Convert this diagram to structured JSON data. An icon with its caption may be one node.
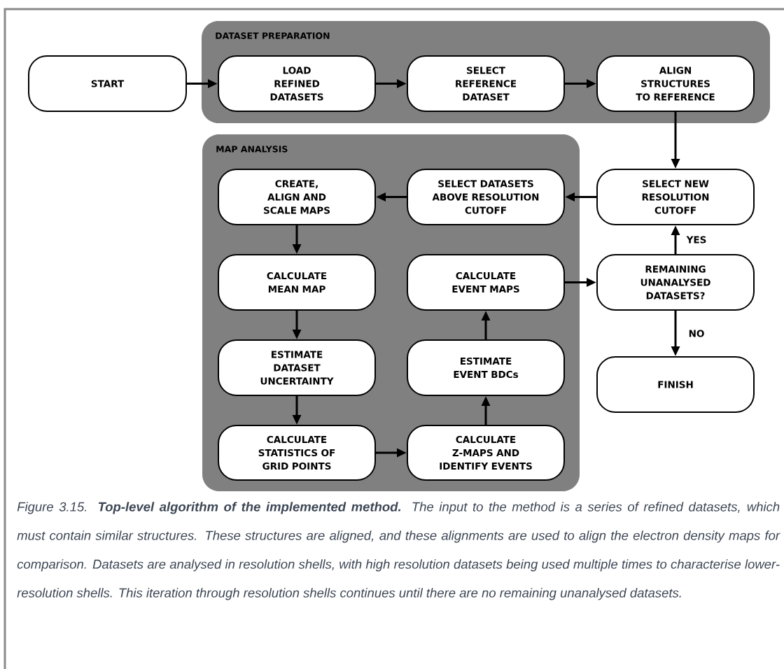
{
  "diagram": {
    "caption": "Figure 3.15. **Top-level algorithm of the implemented method.** The input to the method is a series of refined datasets, which must contain similar structures. These structures are aligned, and these alignments are used to align the electron density maps for comparison. Datasets are analysed in resolution shells, with high resolution datasets being used multiple times to characterise lower-resolution shells. This iteration through resolution shells continues until there are no remaining unanalysed datasets.",
    "nodes": [
      {
        "text": [
          "DATASET PREPARATION"
        ]
      },
      {
        "text": [
          "START"
        ]
      },
      {
        "text": [
          "LOAD REFINED DATASETS"
        ],
        "in": 0
      },
      {
        "text": [
          "SELECT REFERENCE DATASET"
        ],
        "in": 0
      },
      {
        "text": [
          "ALIGN STRUCTURES TO REFERENCE"
        ],
        "in": 0
      },
      {
        "text": [
          "MAP ANALYSIS"
        ]
      },
      {
        "text": [
          "CREATE, ALIGN AND SCALE MAPS"
        ],
        "in": 5
      },
      {
        "text": [
          "SELECT DATASETS ABOVE RESOLUTION CUTOFF"
        ],
        "in": 5
      },
      {
        "text": [
          "SELECT NEW RESOLUTION CUTOFF"
        ]
      },
      {
        "text": [
          "CALCULATE MEAN MAP"
        ],
        "in": 5
      },
      {
        "text": [
          "CALCULATE EVENT MAPS"
        ],
        "in": 5
      },
      {
        "text": [
          "REMAINING UNANALYSED DATASETS?"
        ]
      },
      {
        "text": [
          "ESTIMATE DATASET UNCERTAINTY"
        ],
        "in": 5
      },
      {
        "text": [
          "ESTIMATE EVENT BDCs"
        ],
        "in": 5
      },
      {
        "text": [
          "FINISH"
        ]
      },
      {
        "text": [
          "CALCULATE STATISTICS OF GRID POINTS"
        ],
        "in": 5
      },
      {
        "text": [
          "CALCULATE Z-MAPS AND IDENTIFY EVENTS"
        ],
        "in": 5
      }
    ],
    "edges": [
      {
        "from": 1,
        "to": 2,
        "arrow": "to"
      },
      {
        "from": 2,
        "to": 3,
        "arrow": "to"
      },
      {
        "from": 3,
        "to": 4,
        "arrow": "to"
      },
      {
        "from": 4,
        "to": 8,
        "arrow": "to"
      },
      {
        "from": 8,
        "to": 7,
        "arrow": "to"
      },
      {
        "from": 7,
        "to": 6,
        "arrow": "to"
      },
      {
        "from": 6,
        "to": 9,
        "arrow": "to"
      },
      {
        "from": 9,
        "to": 12,
        "arrow": "to"
      },
      {
        "from": 12,
        "to": 15,
        "arrow": "to"
      },
      {
        "from": 15,
        "to": 16,
        "arrow": "to"
      },
      {
        "from": 16,
        "to": 13,
        "arrow": "to"
      },
      {
        "from": 13,
        "to": 10,
        "arrow": "to"
      },
      {
        "from": 10,
        "to": 11,
        "arrow": "to"
      },
      {
        "from": 11,
        "to": 8,
        "arrow": "to",
        "label": "YES"
      },
      {
        "from": 11,
        "to": 14,
        "arrow": "to",
        "label": "NO"
      }
    ]
  }
}
